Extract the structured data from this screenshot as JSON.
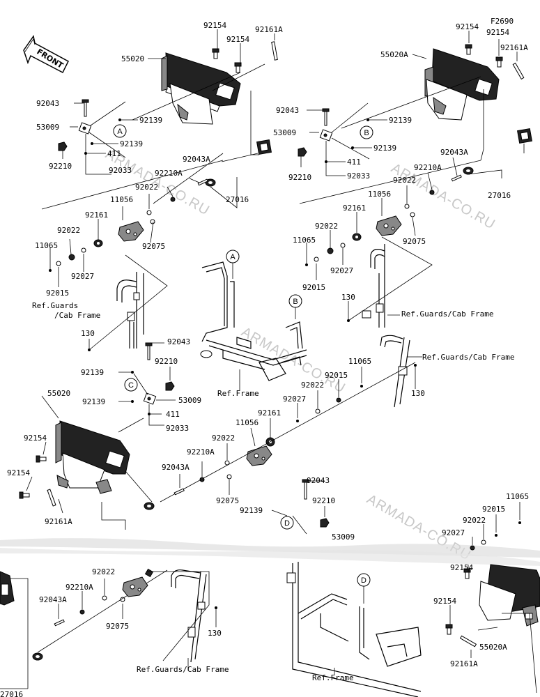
{
  "front_arrow": {
    "label": "FRONT"
  },
  "watermarks": [
    "ARMADA-CO.RU",
    "ARMADA-CO.RU",
    "ARMADA-CO.RU",
    "ARMADA-CO.RU"
  ],
  "view_markers": [
    "A",
    "B",
    "C",
    "D"
  ],
  "refs": {
    "guards_cab_frame": "Ref.Guards/Cab Frame",
    "guards_line1": "Ref.Guards",
    "guards_line2": "/Cab Frame",
    "frame": "Ref.Frame"
  },
  "group_a": {
    "p92154_a": "92154",
    "p92154_b": "92154",
    "p92161A": "92161A",
    "p55020": "55020",
    "p92043": "92043",
    "p53009": "53009",
    "p92139_a": "92139",
    "p92139_b": "92139",
    "p411": "411",
    "p92210": "92210",
    "p92033": "92033",
    "p92210A": "92210A",
    "p92043A": "92043A",
    "p27016": "27016",
    "p92022_a": "92022",
    "p11056": "11056",
    "p92161": "92161",
    "p92022_b": "92022",
    "p92075": "92075",
    "p11065": "11065",
    "p92027": "92027",
    "p92015": "92015",
    "p130": "130"
  },
  "group_b": {
    "p92154_a": "92154",
    "pF2690": "F2690",
    "p92154_b": "92154",
    "p92161A": "92161A",
    "p55020A": "55020A",
    "p92043": "92043",
    "p92139_a": "92139",
    "p53009": "53009",
    "p92139_b": "92139",
    "p411": "411",
    "p92210": "92210",
    "p92033": "92033",
    "p92210A": "92210A",
    "p92043A": "92043A",
    "p92022_a": "92022",
    "p11056": "11056",
    "p27016": "27016",
    "p92161": "92161",
    "p92022_b": "92022",
    "p11065": "11065",
    "p92075": "92075",
    "p92027": "92027",
    "p92015": "92015",
    "p130": "130"
  },
  "group_c": {
    "p92043": "92043",
    "p92139_a": "92139",
    "p92210": "92210",
    "p55020": "55020",
    "p92139_b": "92139",
    "p53009": "53009",
    "p411": "411",
    "p92033": "92033",
    "p92154_a": "92154",
    "p92154_b": "92154",
    "p92161A": "92161A",
    "p11065": "11065",
    "p92015": "92015",
    "p92022_a": "92022",
    "p92027": "92027",
    "p92161": "92161",
    "p11056": "11056",
    "p130": "130",
    "p92022_b": "92022",
    "p92210A": "92210A",
    "p92043A": "92043A",
    "p92075": "92075"
  },
  "group_d": {
    "p92043": "92043",
    "p92210": "92210",
    "p92139": "92139",
    "p53009": "53009",
    "p11065": "11065",
    "p92015": "92015",
    "p92022_a": "92022",
    "p92027": "92027",
    "p92154_a": "92154",
    "p92154_b": "92154",
    "p55020A": "55020A",
    "p92161A": "92161A",
    "p92022_b": "92022",
    "p92210A": "92210A",
    "p92043A": "92043A",
    "p92075": "92075",
    "p130": "130",
    "p27016": "27016"
  }
}
